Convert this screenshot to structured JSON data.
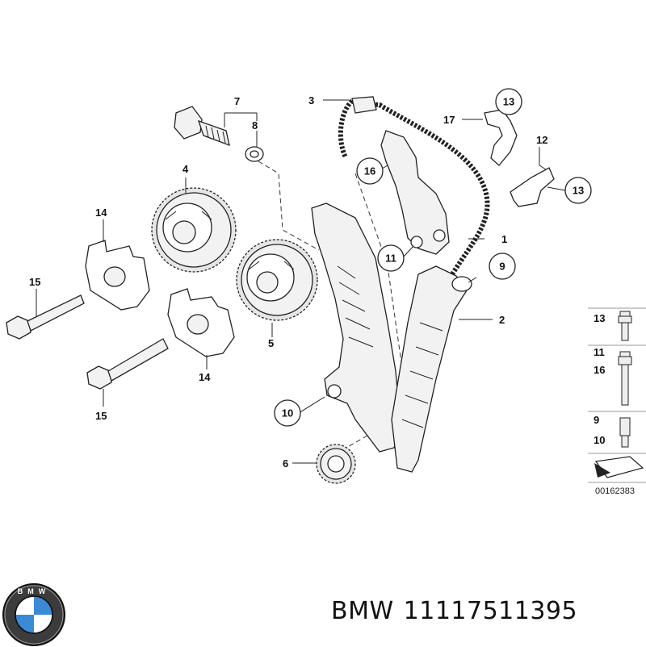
{
  "diagram": {
    "callouts": {
      "c1": "1",
      "c2": "2",
      "c3": "3",
      "c4": "4",
      "c5": "5",
      "c6": "6",
      "c7": "7",
      "c8": "8",
      "c9": "9",
      "c10": "10",
      "c11": "11",
      "c12": "12",
      "c13a": "13",
      "c13b": "13",
      "c14a": "14",
      "c14b": "14",
      "c15a": "15",
      "c15b": "15",
      "c16": "16",
      "c17": "17"
    },
    "legend": {
      "l13": "13",
      "l11": "11",
      "l16": "16",
      "l9": "9",
      "l10": "10"
    },
    "drawing_code": "00162383"
  },
  "caption": {
    "brand": "BMW",
    "part_number": "11117511395"
  },
  "logo": {
    "letters": "BMW",
    "colors": {
      "blue": "#3a8ad6",
      "white": "#ffffff",
      "ring": "#1a1a1a"
    }
  }
}
